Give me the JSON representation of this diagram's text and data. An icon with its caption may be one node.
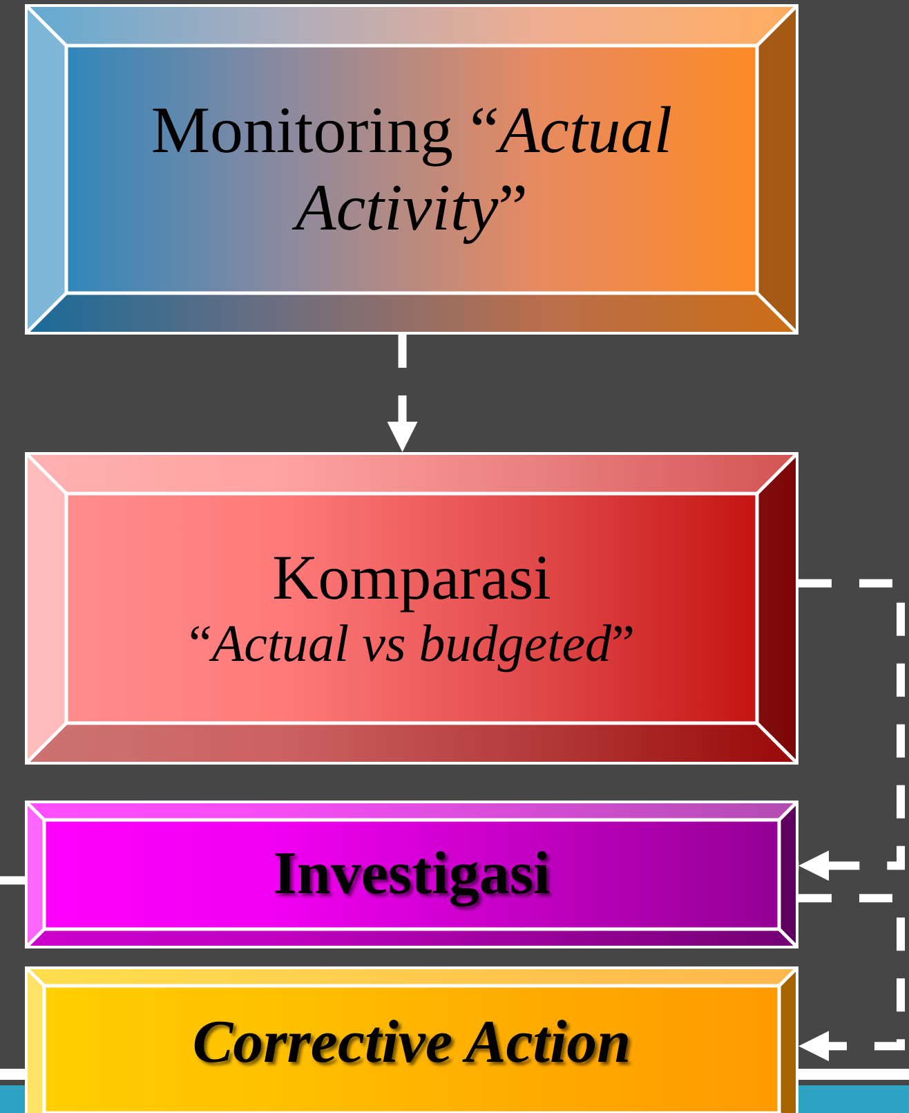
{
  "diagram": {
    "nodes": [
      {
        "text": [
          "Monitoring  “*Actual Activity*”"
        ]
      },
      {
        "text": [
          "Komparasi",
          "“*Actual vs budgeted*”"
        ]
      },
      {
        "text": [
          "Investigasi"
        ]
      },
      {
        "text": [
          "Corrective Action"
        ]
      }
    ],
    "edges": [
      {
        "from": 0,
        "to": 1,
        "arrow": "to",
        "style": "dashed"
      },
      {
        "from": 1,
        "to": 2,
        "arrow": "to",
        "style": "dashed"
      },
      {
        "from": 2,
        "to": 3,
        "arrow": "to",
        "style": "dashed"
      },
      {
        "from": null,
        "to": 2,
        "arrow": "none"
      }
    ]
  }
}
